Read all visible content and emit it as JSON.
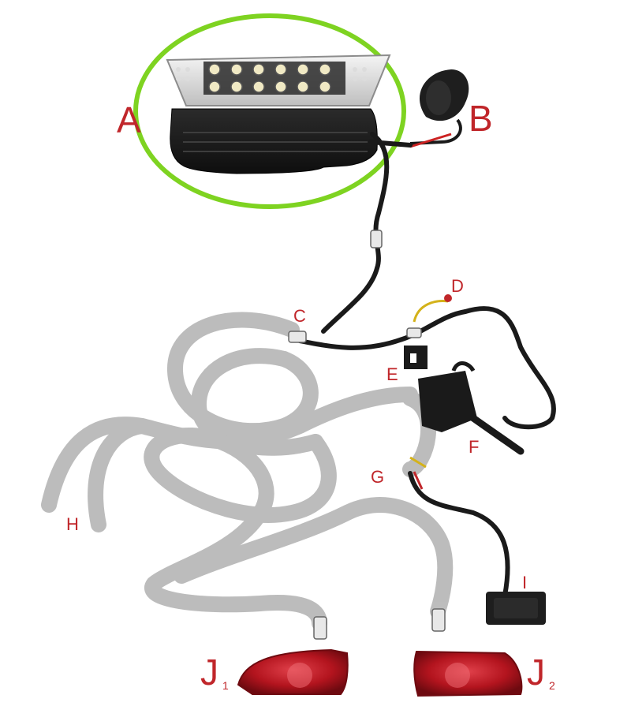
{
  "labels": {
    "a": "A",
    "b": "B",
    "c": "C",
    "d": "D",
    "e": "E",
    "f": "F",
    "g": "G",
    "h": "H",
    "i": "I",
    "j1_letter": "J",
    "j1_sub": "1",
    "j2_letter": "J",
    "j2_sub": "2"
  },
  "colors": {
    "label": "#c0262a",
    "highlight": "#7ed321",
    "wire": "#1a1a1a",
    "harness_gray": "#b5b5b5",
    "taillight": "#b3141e"
  }
}
